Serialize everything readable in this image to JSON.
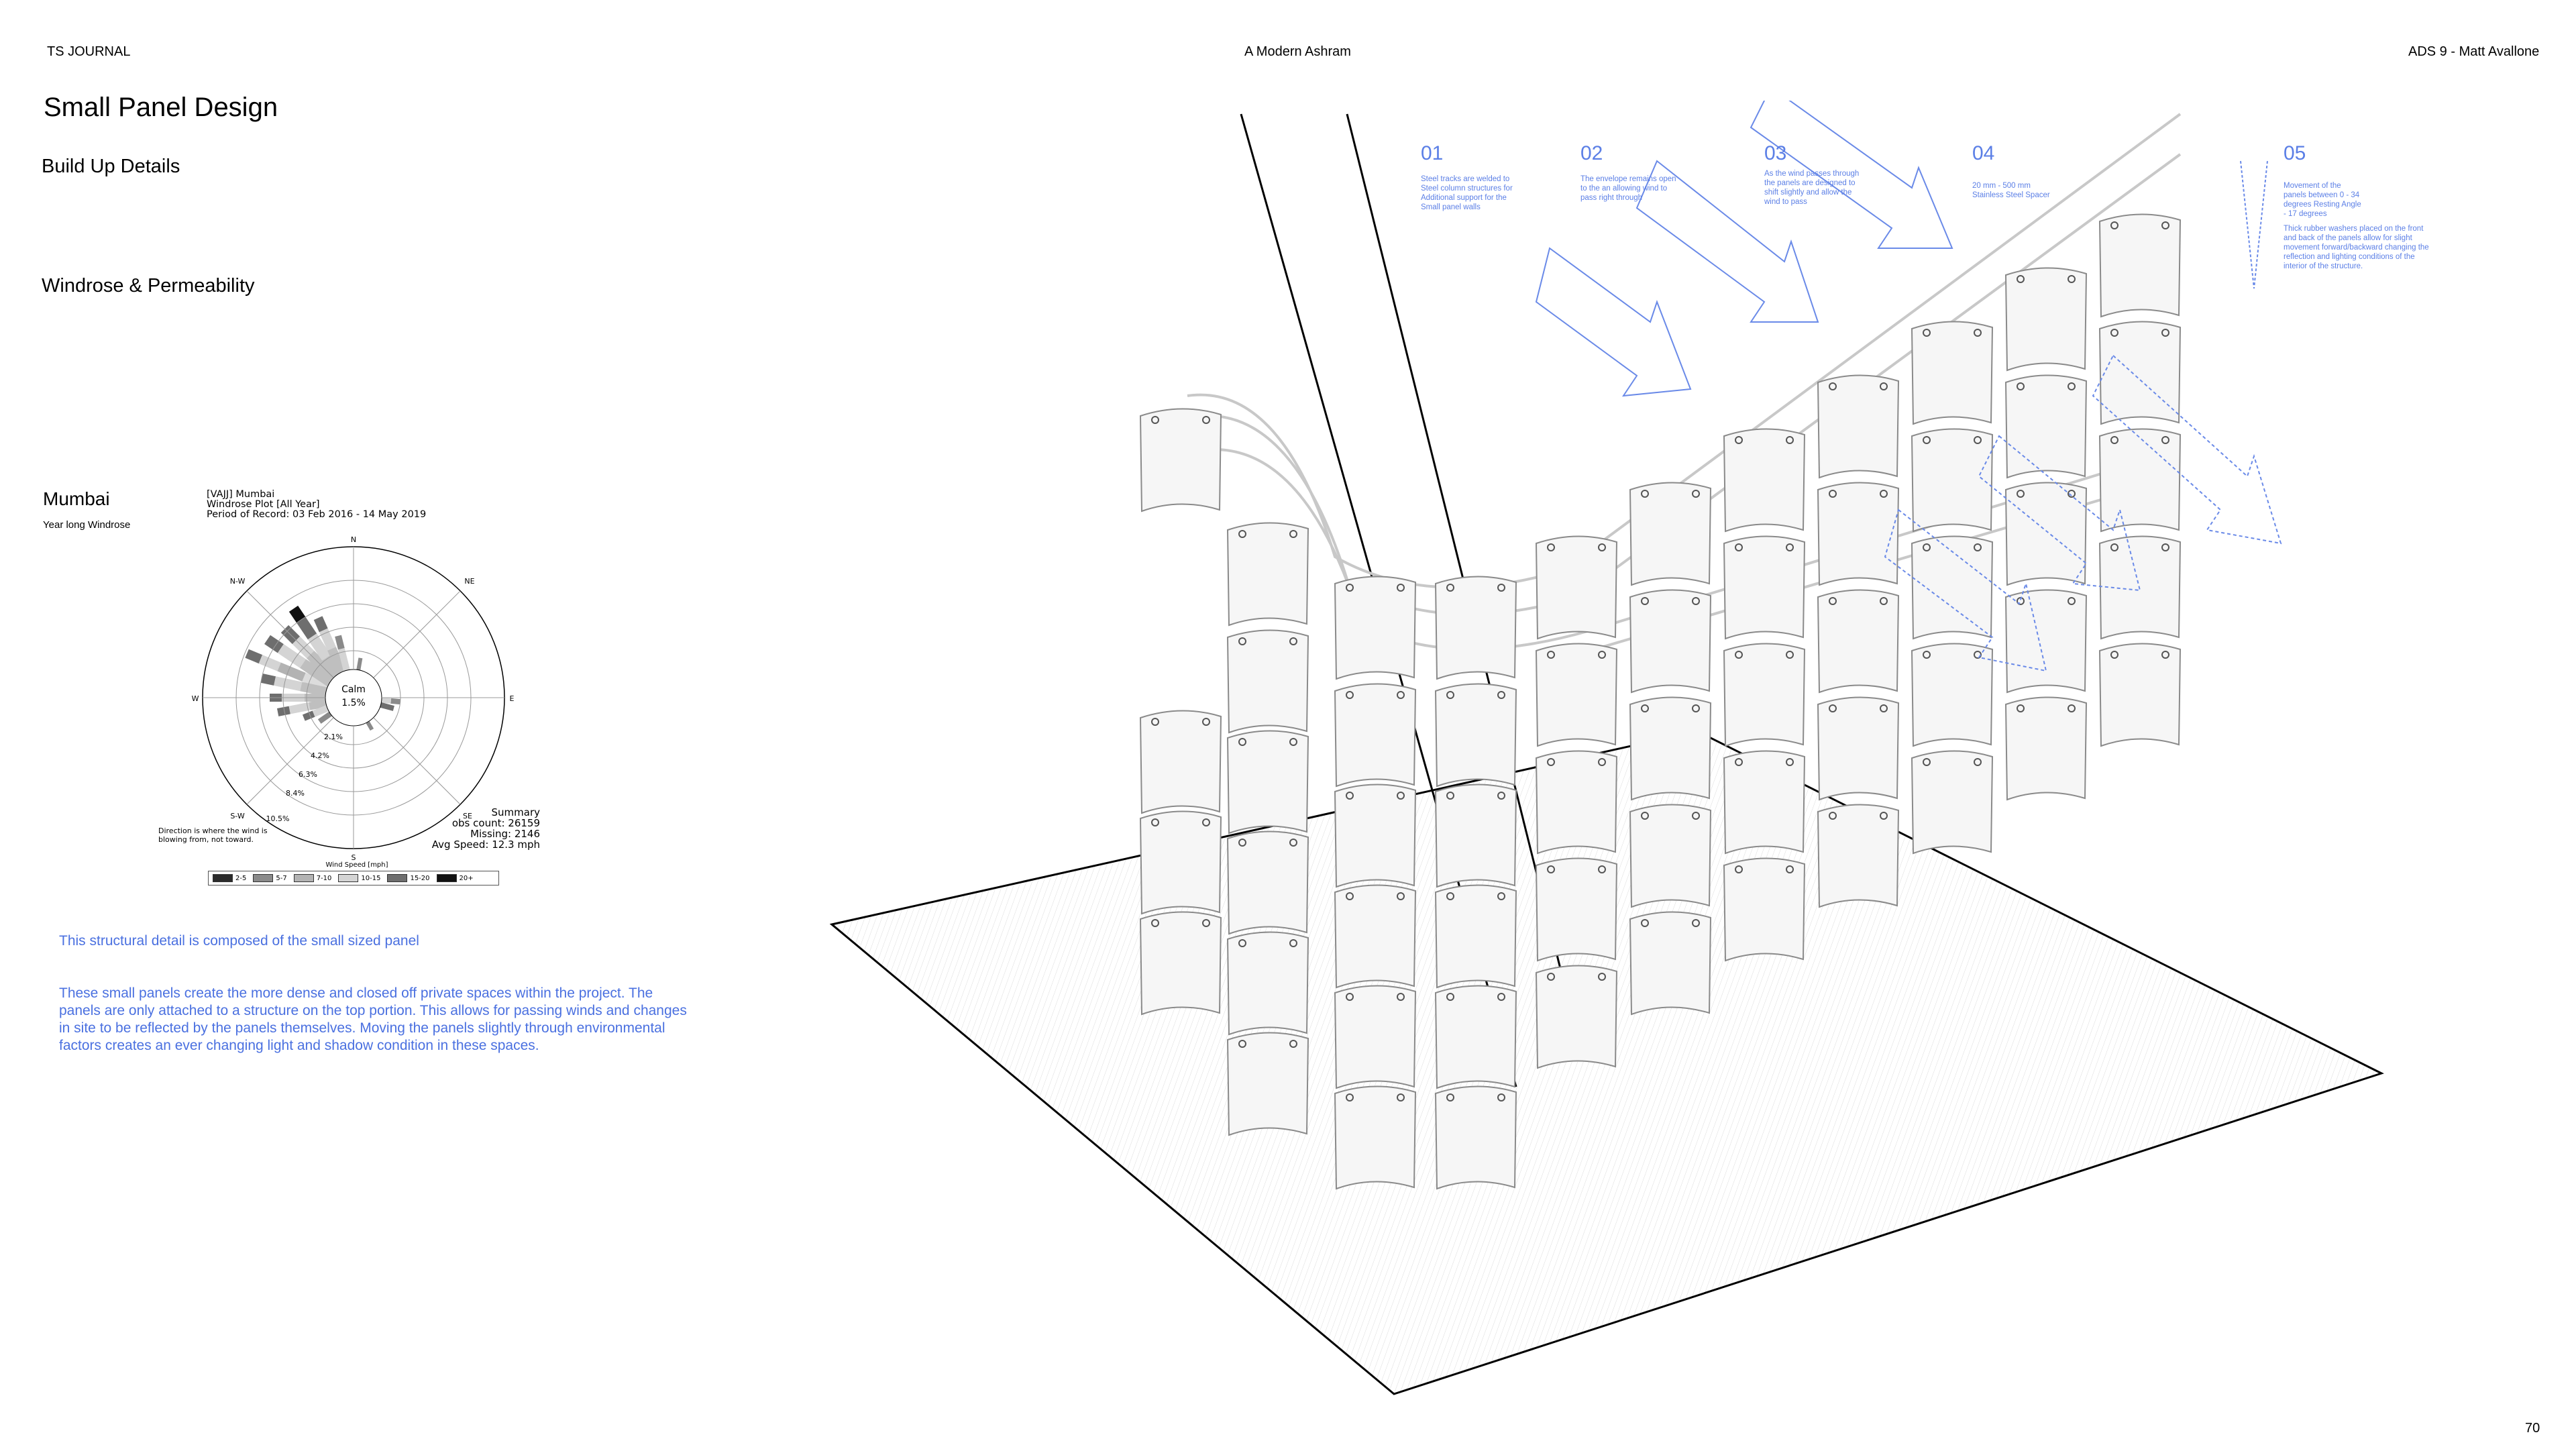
{
  "header": {
    "left": "TS JOURNAL",
    "center": "A Modern Ashram",
    "right": "ADS 9  - Matt Avallone"
  },
  "page_title": "Small Panel Design",
  "sections": {
    "build_up": "Build Up Details",
    "windrose": "Windrose & Permeability"
  },
  "location": {
    "city": "Mumbai",
    "subtitle": "Year long Windrose"
  },
  "windrose": {
    "station": "[VAJJ] Mumbai",
    "plot_type": "Windrose Plot [All Year]",
    "period": "Period of Record: 03 Feb 2016 - 14 May 2019",
    "directions": {
      "n": "N",
      "ne": "NE",
      "e": "E",
      "se": "SE",
      "s": "S",
      "sw": "S-W",
      "w": "W",
      "nw": "N-W"
    },
    "calm_label": "Calm",
    "calm_value": "1.5%",
    "rings": [
      "2.1%",
      "4.2%",
      "6.3%",
      "8.4%",
      "10.5%"
    ],
    "note": "Direction is where the wind is blowing from, not toward.",
    "summary": {
      "title": "Summary",
      "obs": "obs count: 26159",
      "missing": "Missing: 2146",
      "avg": "Avg Speed: 12.3 mph"
    },
    "legend_title": "Wind Speed [mph]",
    "legend": [
      {
        "label": "2-5",
        "color": "#2b2b2b"
      },
      {
        "label": "5-7",
        "color": "#8a8a8a"
      },
      {
        "label": "7-10",
        "color": "#b3b3b3"
      },
      {
        "label": "10-15",
        "color": "#d4d4d4"
      },
      {
        "label": "15-20",
        "color": "#6e6e6e"
      },
      {
        "label": "20+",
        "color": "#111111"
      }
    ]
  },
  "paragraphs": {
    "p1": "This structural detail is composed of the small sized panel",
    "p2": "These small panels create the more dense and closed off private spaces within the project. The panels are only attached to a structure on the top portion. This allows for passing winds and changes in site to be reflected by the panels themselves. Moving the panels slightly through environmental factors creates an ever changing light and shadow condition in these spaces."
  },
  "notes": [
    {
      "num": "01",
      "text": "Steel tracks are welded to Steel column structures for Additional support for the Small panel walls"
    },
    {
      "num": "02",
      "text": "The envelope remains open to the an allowing wind to pass right through"
    },
    {
      "num": "03",
      "text": "As the wind passes through the panels are designed to shift slightly and allow the wind to pass"
    },
    {
      "num": "04",
      "text": "20 mm - 500 mm Stainless Steel Spacer"
    },
    {
      "num": "05",
      "text": "Movement of the panels between 0 - 34 degrees Resting Angle - 17 degrees",
      "text2": "Thick rubber washers placed on the front and back of the panels allow for slight movement forward/backward changing the reflection and lighting conditions of the interior of the structure."
    }
  ],
  "accent_color": "#5b7fe6",
  "page_number": "70"
}
